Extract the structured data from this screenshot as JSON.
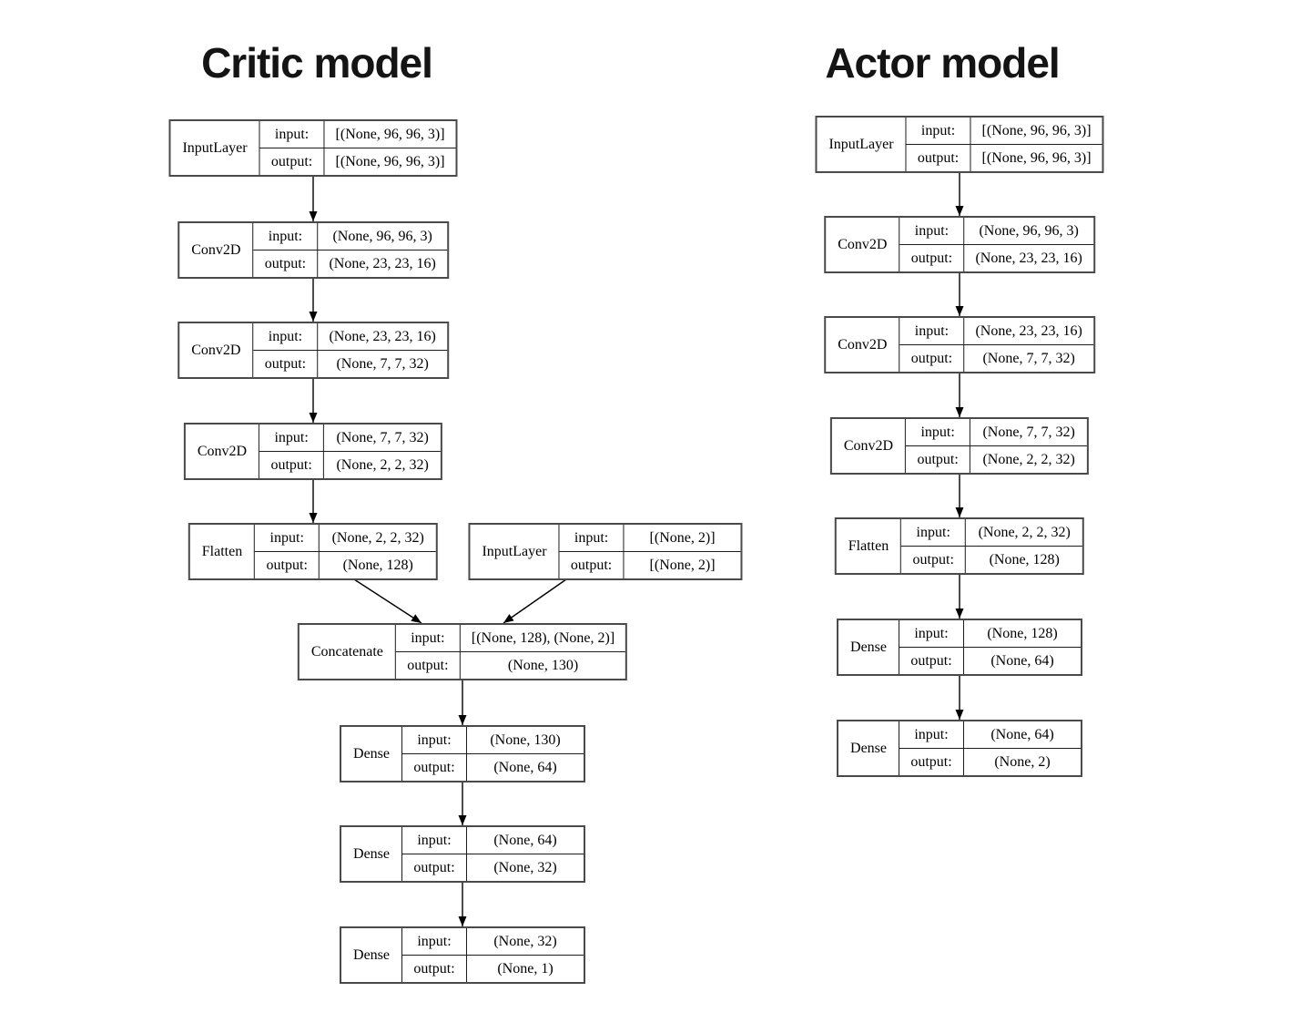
{
  "labels": {
    "input": "input:",
    "output": "output:"
  },
  "colors": {
    "background": "#ffffff",
    "node_border": "#4a4a4a",
    "cell_line": "#1c1c1c",
    "edge": "#000000",
    "text": "#000000"
  },
  "diagrams": [
    {
      "title": "Critic model",
      "nodes": [
        {
          "id": "c-in1",
          "layer": "InputLayer",
          "input": "[(None, 96, 96, 3)]",
          "output": "[(None, 96, 96, 3)]"
        },
        {
          "id": "c-conv1",
          "layer": "Conv2D",
          "input": "(None, 96, 96, 3)",
          "output": "(None, 23, 23, 16)"
        },
        {
          "id": "c-conv2",
          "layer": "Conv2D",
          "input": "(None, 23, 23, 16)",
          "output": "(None, 7, 7, 32)"
        },
        {
          "id": "c-conv3",
          "layer": "Conv2D",
          "input": "(None, 7, 7, 32)",
          "output": "(None, 2, 2, 32)"
        },
        {
          "id": "c-flat",
          "layer": "Flatten",
          "input": "(None, 2, 2, 32)",
          "output": "(None, 128)"
        },
        {
          "id": "c-in2",
          "layer": "InputLayer",
          "input": "[(None, 2)]",
          "output": "[(None, 2)]"
        },
        {
          "id": "c-concat",
          "layer": "Concatenate",
          "input": "[(None, 128), (None, 2)]",
          "output": "(None, 130)"
        },
        {
          "id": "c-dense1",
          "layer": "Dense",
          "input": "(None, 130)",
          "output": "(None, 64)"
        },
        {
          "id": "c-dense2",
          "layer": "Dense",
          "input": "(None, 64)",
          "output": "(None, 32)"
        },
        {
          "id": "c-dense3",
          "layer": "Dense",
          "input": "(None, 32)",
          "output": "(None, 1)"
        }
      ]
    },
    {
      "title": "Actor model",
      "nodes": [
        {
          "id": "a-in1",
          "layer": "InputLayer",
          "input": "[(None, 96, 96, 3)]",
          "output": "[(None, 96, 96, 3)]"
        },
        {
          "id": "a-conv1",
          "layer": "Conv2D",
          "input": "(None, 96, 96, 3)",
          "output": "(None, 23, 23, 16)"
        },
        {
          "id": "a-conv2",
          "layer": "Conv2D",
          "input": "(None, 23, 23, 16)",
          "output": "(None, 7, 7, 32)"
        },
        {
          "id": "a-conv3",
          "layer": "Conv2D",
          "input": "(None, 7, 7, 32)",
          "output": "(None, 2, 2, 32)"
        },
        {
          "id": "a-flat",
          "layer": "Flatten",
          "input": "(None, 2, 2, 32)",
          "output": "(None, 128)"
        },
        {
          "id": "a-dense1",
          "layer": "Dense",
          "input": "(None, 128)",
          "output": "(None, 64)"
        },
        {
          "id": "a-dense2",
          "layer": "Dense",
          "input": "(None, 64)",
          "output": "(None, 2)"
        }
      ]
    }
  ],
  "edges": [
    {
      "from": "c-in1",
      "to": "c-conv1"
    },
    {
      "from": "c-conv1",
      "to": "c-conv2"
    },
    {
      "from": "c-conv2",
      "to": "c-conv3"
    },
    {
      "from": "c-conv3",
      "to": "c-flat"
    },
    {
      "from": "c-flat",
      "to": "c-concat",
      "from_dx": 45,
      "to_dx": -45
    },
    {
      "from": "c-in2",
      "to": "c-concat",
      "from_dx": -43,
      "to_dx": 45
    },
    {
      "from": "c-concat",
      "to": "c-dense1"
    },
    {
      "from": "c-dense1",
      "to": "c-dense2"
    },
    {
      "from": "c-dense2",
      "to": "c-dense3"
    },
    {
      "from": "a-in1",
      "to": "a-conv1"
    },
    {
      "from": "a-conv1",
      "to": "a-conv2"
    },
    {
      "from": "a-conv2",
      "to": "a-conv3"
    },
    {
      "from": "a-conv3",
      "to": "a-flat"
    },
    {
      "from": "a-flat",
      "to": "a-dense1"
    },
    {
      "from": "a-dense1",
      "to": "a-dense2"
    }
  ]
}
